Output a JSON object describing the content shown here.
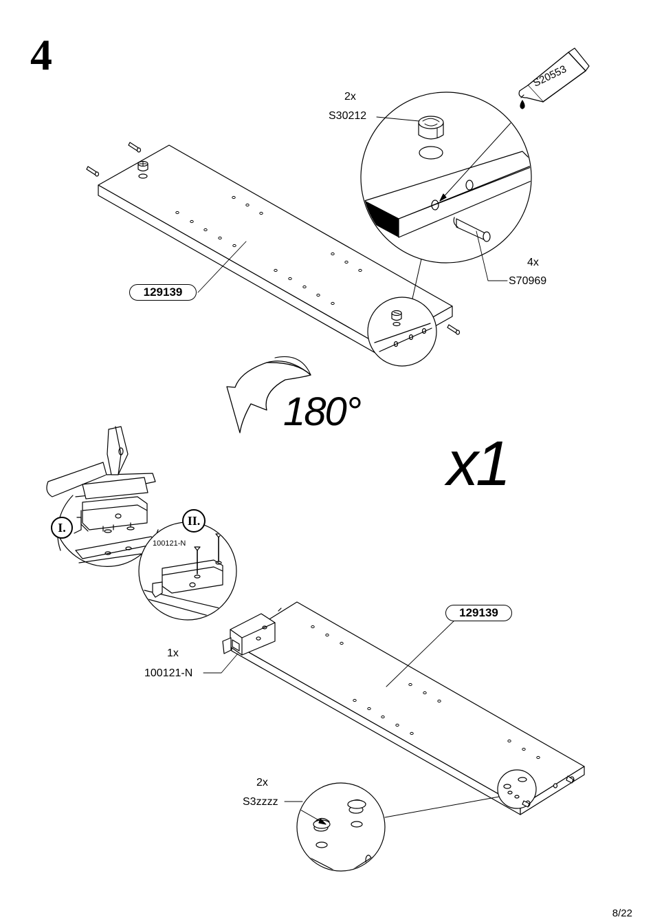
{
  "step": {
    "number": "4"
  },
  "top_assembly": {
    "panel_label": "129139",
    "cam_qty": "2x",
    "cam_part": "S30212",
    "dowel_qty": "4x",
    "dowel_part": "S70969",
    "glue_part": "S20553"
  },
  "rotation": {
    "label": "180°"
  },
  "quantity": {
    "label": "x1"
  },
  "bottom_assembly": {
    "panel_label": "129139",
    "hinge_qty": "1x",
    "hinge_part": "100121-N",
    "cap_qty": "2x",
    "cap_part": "S3zzzz",
    "detail_step1": "I.",
    "detail_step2": "II.",
    "detail_screw_part": "100121-N"
  },
  "page": {
    "number": "8/22"
  }
}
